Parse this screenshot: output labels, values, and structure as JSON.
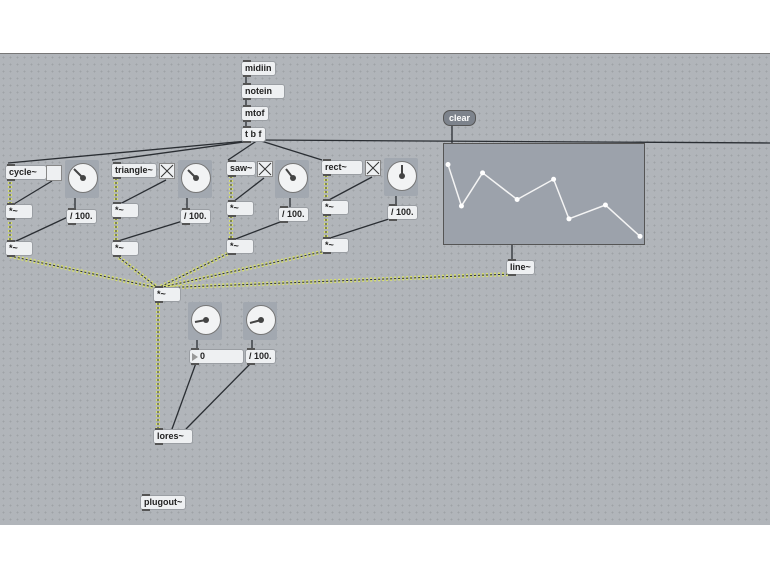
{
  "patch": {
    "midiin": "midiin",
    "notein": "notein",
    "mtof": "mtof",
    "trigger": "t b f",
    "clear_label": "clear",
    "line": "line~",
    "mix": "*~",
    "lores": "lores~",
    "plugout": "plugout~",
    "voices": [
      {
        "osc": "cycle~",
        "mul1": "*~",
        "mul2": "*~",
        "div": "/ 100.",
        "toggle_on": false
      },
      {
        "osc": "triangle~",
        "mul1": "*~",
        "mul2": "*~",
        "div": "/ 100.",
        "toggle_on": true
      },
      {
        "osc": "saw~",
        "mul1": "*~",
        "mul2": "*~",
        "div": "/ 100.",
        "toggle_on": true
      },
      {
        "osc": "rect~",
        "mul1": "*~",
        "mul2": "*~",
        "div": "/ 100.",
        "toggle_on": true
      }
    ],
    "cutoff_number": "0",
    "resonance_div": "/ 100.",
    "function_points": [
      [
        0,
        0.82
      ],
      [
        0.07,
        0.37
      ],
      [
        0.18,
        0.73
      ],
      [
        0.36,
        0.44
      ],
      [
        0.55,
        0.66
      ],
      [
        0.63,
        0.23
      ],
      [
        0.82,
        0.38
      ],
      [
        1,
        0.04
      ]
    ]
  },
  "colors": {
    "signal_cord": "#d8e070",
    "control_cord": "#2a2e33",
    "canvas": "#b1b5ba"
  }
}
